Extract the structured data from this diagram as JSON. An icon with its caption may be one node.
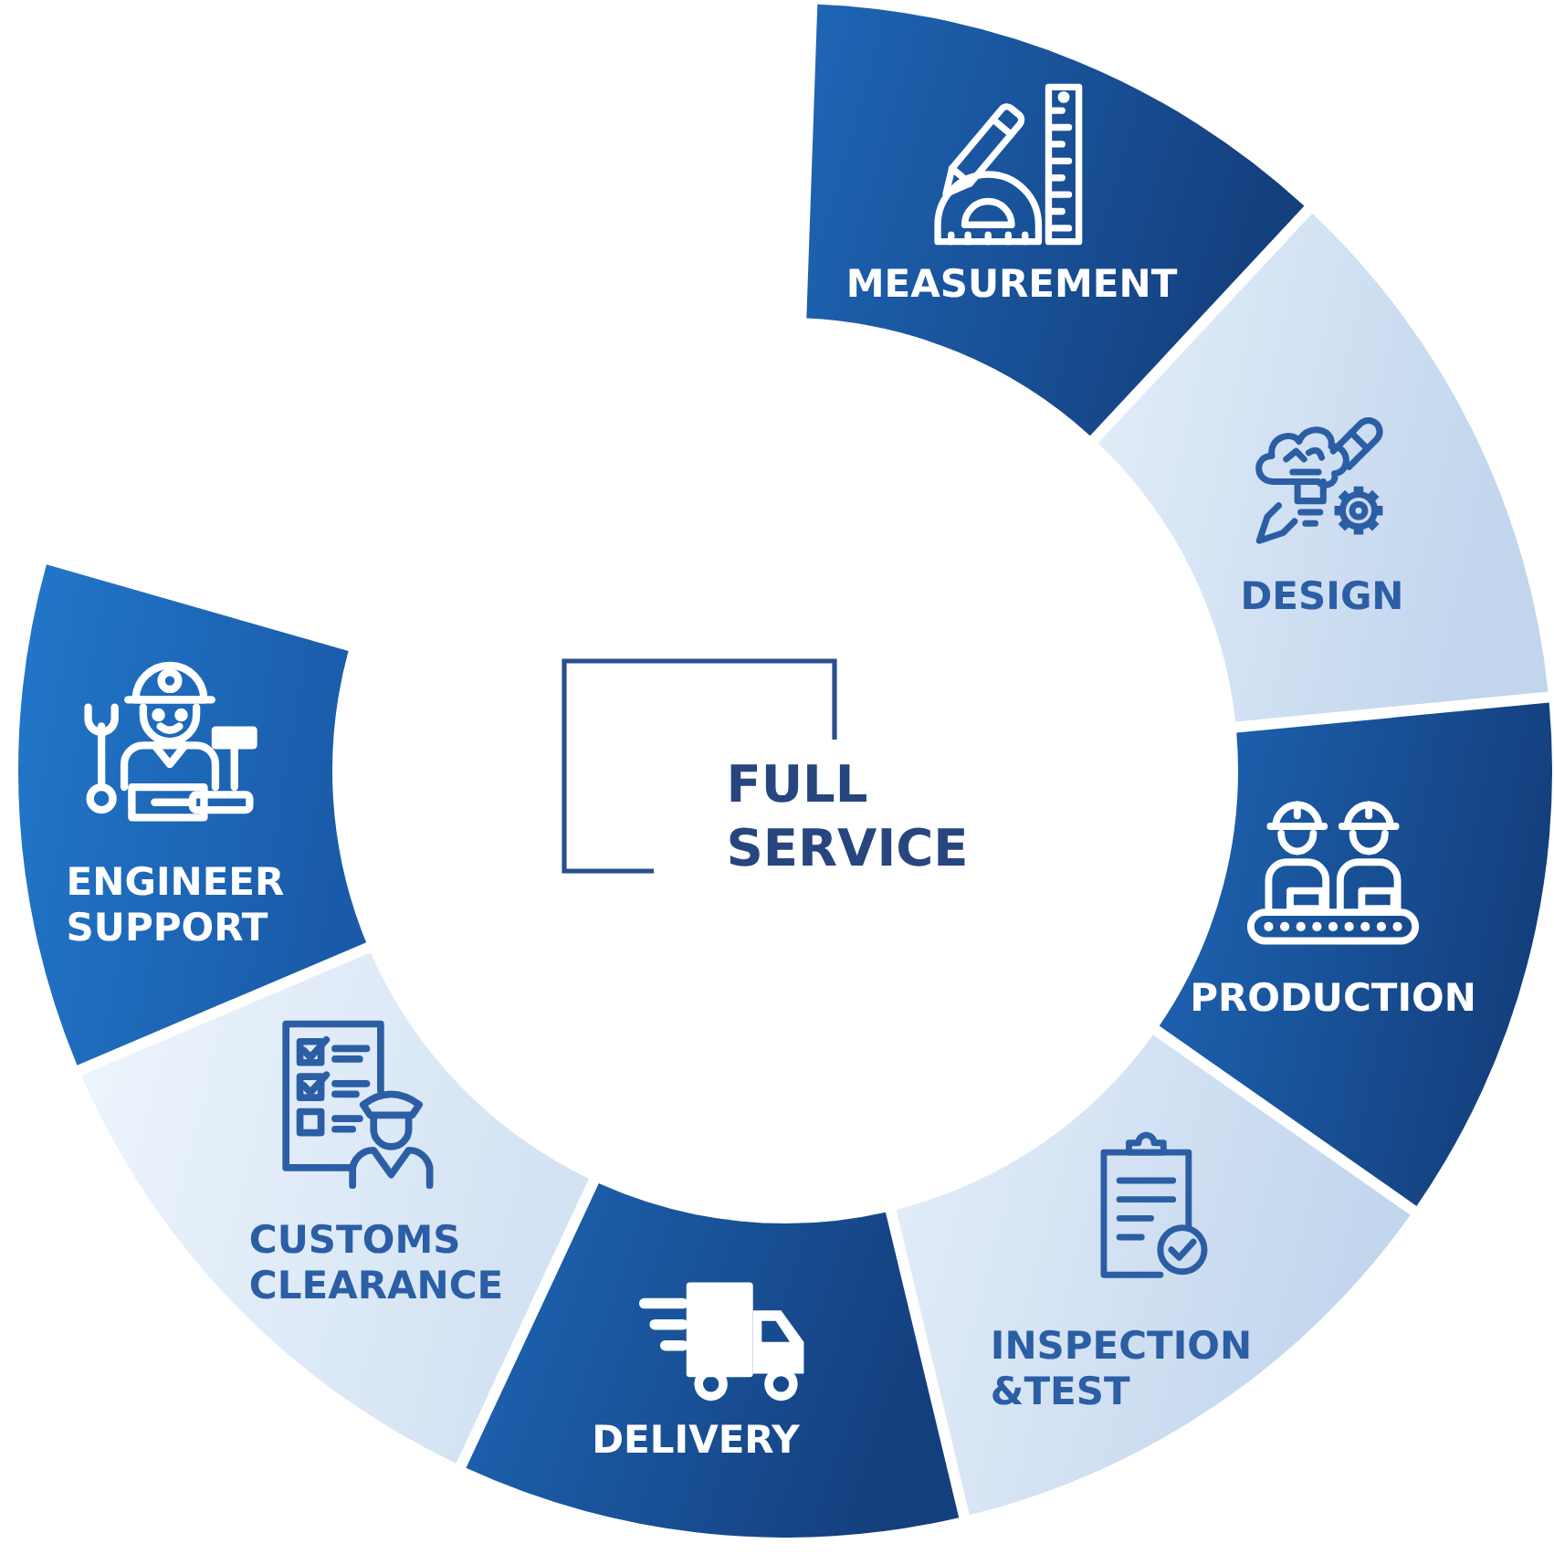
{
  "diagram": {
    "nodes": [
      {
        "text": [
          "FULL SERVICE"
        ]
      },
      {
        "text": [
          "MEASUREMENT"
        ]
      },
      {
        "text": [
          "DESIGN"
        ]
      },
      {
        "text": [
          "PRODUCTION"
        ]
      },
      {
        "text": [
          "INSPECTION &TEST"
        ]
      },
      {
        "text": [
          "DELIVERY"
        ]
      },
      {
        "text": [
          "CUSTOMS CLEARANCE"
        ]
      },
      {
        "text": [
          "ENGINEER SUPPORT"
        ]
      }
    ]
  }
}
